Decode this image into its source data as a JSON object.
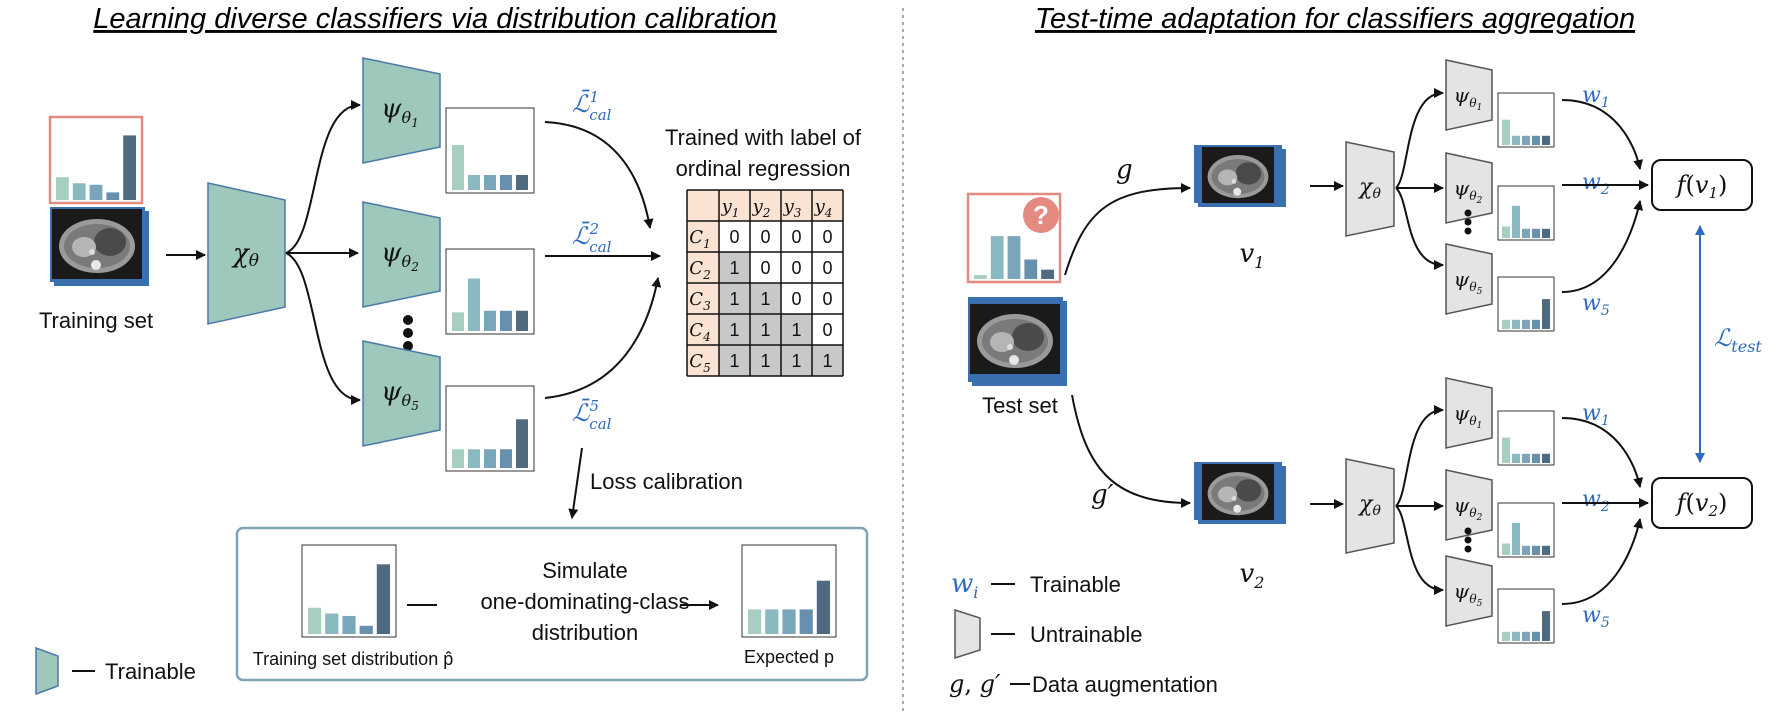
{
  "left_title": "Learning diverse classifiers via distribution calibration",
  "right_title": "Test-time adaptation for classifiers aggregation",
  "left": {
    "training_set": "Training set",
    "encoder": "χθ",
    "heads": [
      "ψθ1",
      "ψθ2",
      "ψθ5"
    ],
    "losses": [
      "ℒ̄¹cal",
      "ℒ̄²cal",
      "ℒ̄⁵cal"
    ],
    "table_caption_1": "Trained with label of",
    "table_caption_2": "ordinal regression",
    "table": {
      "columns": [
        "y1",
        "y2",
        "y3",
        "y4"
      ],
      "rows": [
        {
          "label": "C1",
          "values": [
            "0",
            "0",
            "0",
            "0"
          ]
        },
        {
          "label": "C2",
          "values": [
            "1",
            "0",
            "0",
            "0"
          ]
        },
        {
          "label": "C3",
          "values": [
            "1",
            "1",
            "0",
            "0"
          ]
        },
        {
          "label": "C4",
          "values": [
            "1",
            "1",
            "1",
            "0"
          ]
        },
        {
          "label": "C5",
          "values": [
            "1",
            "1",
            "1",
            "1"
          ]
        }
      ]
    },
    "loss_calibration": "Loss calibration",
    "simulate_1": "Simulate",
    "simulate_2": "one-dominating-class",
    "simulate_3": "distribution",
    "training_dist": "Training set distribution p̂",
    "expected": "Expected p",
    "legend_trainable": "Trainable"
  },
  "right": {
    "test_set": "Test set",
    "aug_top": "g",
    "aug_bottom": "g′",
    "view_top": "v1",
    "view_bottom": "v2",
    "encoder": "χθ",
    "heads": [
      "ψθ1",
      "ψθ2",
      "ψθ5"
    ],
    "weights": [
      "w1",
      "w2",
      "w5"
    ],
    "output_top": "f(v1)",
    "output_bottom": "f(v2)",
    "test_loss": "ℒtest",
    "question": "?",
    "legend": [
      {
        "sym": "wi",
        "text": "Trainable"
      },
      {
        "sym": "",
        "text": "Untrainable"
      },
      {
        "sym": "g, g′",
        "text": "Data augmentation"
      }
    ]
  },
  "colors": {
    "trainable": "#9fc8bd",
    "untrainable": "#e4e4e4",
    "accent_blue": "#2e6bbf",
    "pink_border": "#e58a80",
    "table_header": "#fbe3d4",
    "table_gray": "#c8c8c8",
    "bar_palette": [
      "#a6cfc2",
      "#8bb9c2",
      "#7aa6bb",
      "#6690ad",
      "#4f6b82"
    ]
  },
  "histograms": {
    "training": [
      0.3,
      0.22,
      0.2,
      0.1,
      0.85
    ],
    "head1": [
      0.6,
      0.2,
      0.2,
      0.2,
      0.2
    ],
    "head2": [
      0.25,
      0.7,
      0.27,
      0.27,
      0.27
    ],
    "head5": [
      0.25,
      0.25,
      0.25,
      0.25,
      0.65
    ],
    "test_set": [
      0.05,
      0.55,
      0.55,
      0.25,
      0.12
    ],
    "right_head1": [
      0.55,
      0.2,
      0.2,
      0.2,
      0.2
    ],
    "right_head2": [
      0.25,
      0.7,
      0.2,
      0.2,
      0.2
    ],
    "right_head5": [
      0.2,
      0.2,
      0.2,
      0.2,
      0.65
    ],
    "training_dist": [
      0.32,
      0.25,
      0.22,
      0.1,
      0.85
    ],
    "expected": [
      0.3,
      0.3,
      0.3,
      0.3,
      0.65
    ]
  }
}
